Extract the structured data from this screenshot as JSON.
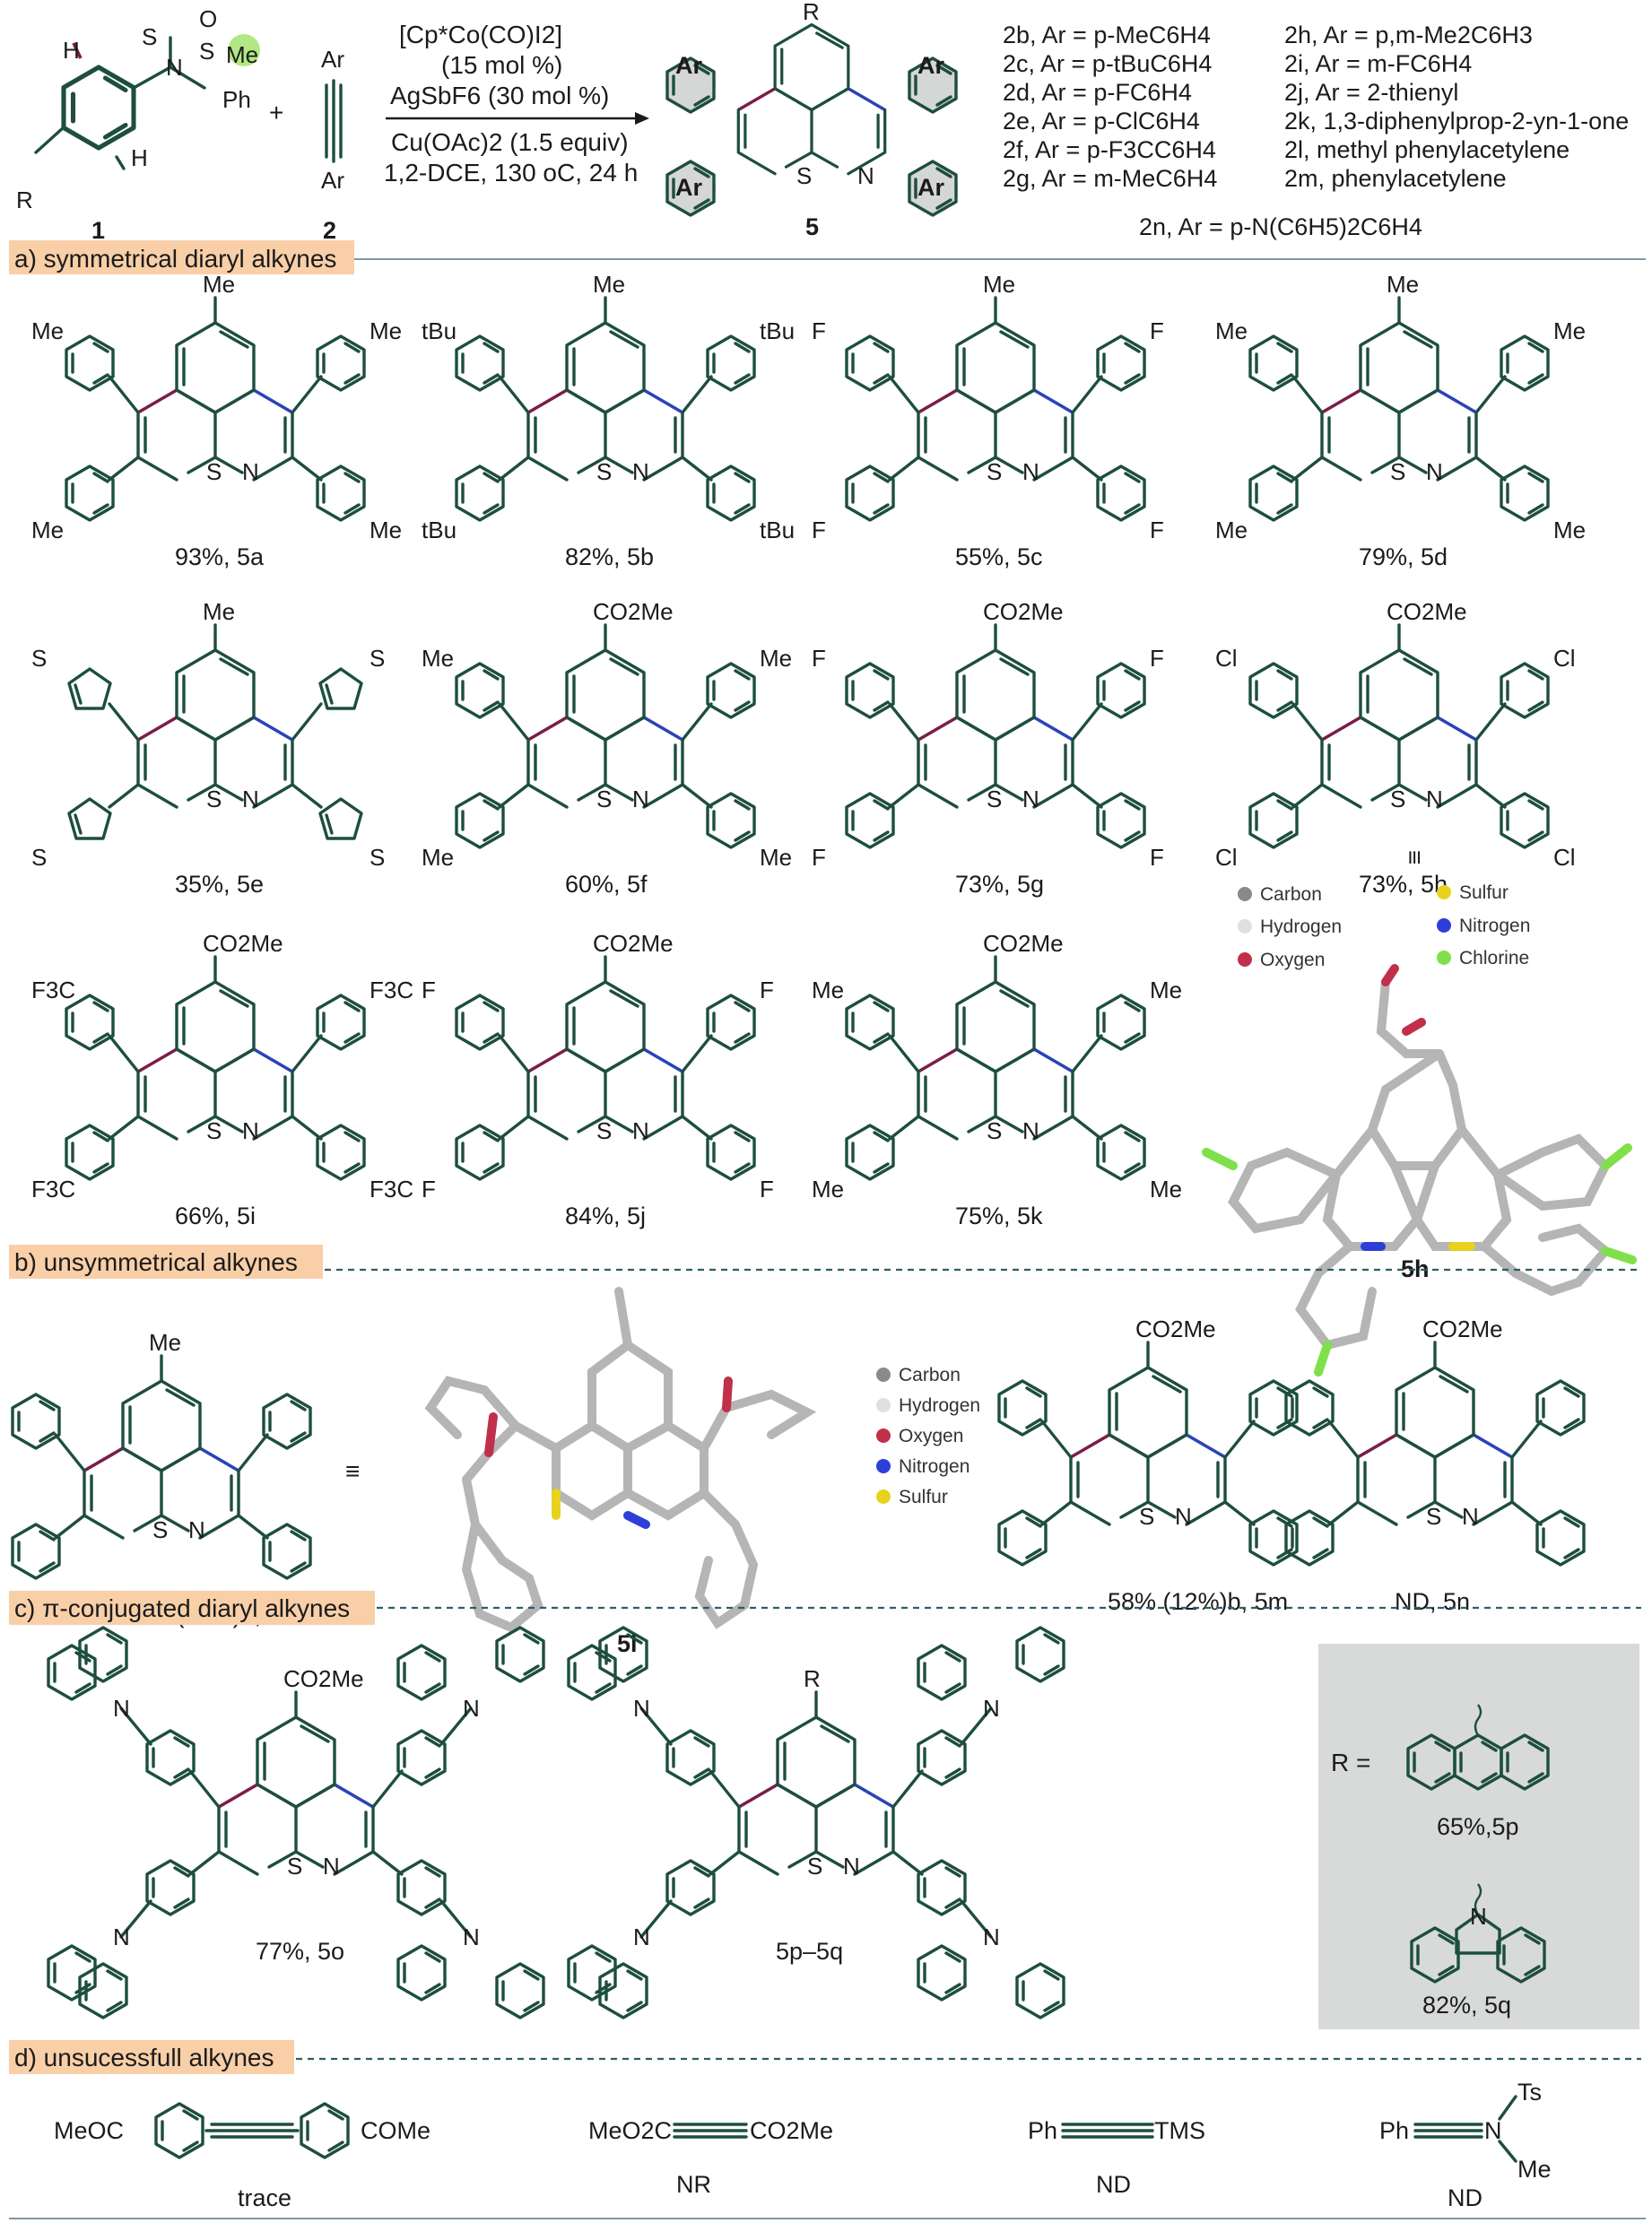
{
  "header": {
    "reagent_1_label": "1",
    "reagent_2_label": "2",
    "product_label": "5",
    "plus": "+",
    "r_label": "R",
    "h_label": "H",
    "s_label": "S",
    "n_label": "N",
    "o_label": "O",
    "me_label": "Me",
    "ph_label": "Ph",
    "ar_label": "Ar",
    "conditions": {
      "catalyst": "[Cp*Co(CO)I2]",
      "catalyst_loading": "(15 mol %)",
      "additive": "AgSbF6 (30 mol %)",
      "oxidant": "Cu(OAc)2 (1.5 equiv)",
      "solvent_temp_time": "1,2-DCE, 130 oC, 24 h"
    },
    "alkyne_list": [
      "2b, Ar = p-MeC6H4",
      "2c, Ar = p-tBuC6H4",
      "2d, Ar = p-FC6H4",
      "2e, Ar = p-ClC6H4",
      "2f, Ar = p-F3CC6H4",
      "2g, Ar = m-MeC6H4",
      "2h, Ar = p,m-Me2C6H3",
      "2i, Ar = m-FC6H4",
      "2j, Ar = 2-thienyl",
      "2k, 1,3-diphenylprop-2-yn-1-one",
      "2l, methyl phenylacetylene",
      "2m, phenylacetylene",
      "2n, Ar = p-N(C6H5)2C6H4"
    ]
  },
  "sections": {
    "a": "a) symmetrical diaryl alkynes",
    "b": "b) unsymmetrical alkynes",
    "c": "c) π-conjugated diaryl alkynes",
    "d": "d) unsucessfull alkynes"
  },
  "section_a": {
    "compounds": [
      {
        "id": "5a",
        "yield": "93%, 5a",
        "r": "Me",
        "sub": "Me"
      },
      {
        "id": "5b",
        "yield": "82%, 5b",
        "r": "Me",
        "sub": "tBu"
      },
      {
        "id": "5c",
        "yield": "55%, 5c",
        "r": "Me",
        "sub": "F"
      },
      {
        "id": "5d",
        "yield": "79%, 5d",
        "r": "Me",
        "sub": "Me"
      },
      {
        "id": "5e",
        "yield": "35%, 5e",
        "r": "Me",
        "sub": "S"
      },
      {
        "id": "5f",
        "yield": "60%, 5f",
        "r": "CO2Me",
        "sub": "Me"
      },
      {
        "id": "5g",
        "yield": "73%, 5g",
        "r": "CO2Me",
        "sub": "F"
      },
      {
        "id": "5h",
        "yield": "73%, 5h",
        "r": "CO2Me",
        "sub": "Cl"
      },
      {
        "id": "5i",
        "yield": "66%, 5i",
        "r": "CO2Me",
        "sub": "F3C"
      },
      {
        "id": "5j",
        "yield": "84%, 5j",
        "r": "CO2Me",
        "sub": "F"
      },
      {
        "id": "5k",
        "yield": "75%, 5k",
        "r": "CO2Me",
        "sub": "Me"
      }
    ],
    "crystal_label": "5h",
    "equiv_symbol": "≡",
    "legend": [
      "Carbon",
      "Hydrogen",
      "Oxygen",
      "Sulfur",
      "Nitrogen",
      "Chlorine"
    ],
    "legend_colors": {
      "Carbon": "#8a8a8a",
      "Hydrogen": "#e0e0e0",
      "Oxygen": "#c0304a",
      "Sulfur": "#e8d21e",
      "Nitrogen": "#2d3fd8",
      "Chlorine": "#7fe04b"
    }
  },
  "section_b": {
    "compounds": [
      {
        "id": "5l",
        "yield": "65% (15%)b, 5l",
        "r": "Me"
      },
      {
        "id": "5m",
        "yield": "58% (12%)b, 5m",
        "r": "CO2Me"
      },
      {
        "id": "5n",
        "yield": "ND, 5n",
        "r": "CO2Me"
      }
    ],
    "crystal_label": "5l",
    "legend": [
      "Carbon",
      "Hydrogen",
      "Oxygen",
      "Nitrogen",
      "Sulfur"
    ]
  },
  "section_c": {
    "compounds": [
      {
        "id": "5o",
        "yield": "77%, 5o",
        "r": "CO2Me"
      },
      {
        "id": "5p-5q",
        "yield": "5p–5q",
        "r": "R"
      }
    ],
    "r_eq": "R =",
    "box": [
      {
        "id": "5p",
        "yield": "65%,5p"
      },
      {
        "id": "5q",
        "yield": "82%, 5q"
      }
    ]
  },
  "section_d": {
    "items": [
      {
        "left": "MeOC",
        "right": "COMe",
        "result": "trace"
      },
      {
        "left": "MeO2C",
        "right": "CO2Me",
        "result": "NR"
      },
      {
        "left": "Ph",
        "right": "TMS",
        "result": "ND"
      },
      {
        "left": "Ph",
        "right": "N",
        "top": "Ts",
        "bottom": "Me",
        "result": "ND"
      }
    ]
  }
}
